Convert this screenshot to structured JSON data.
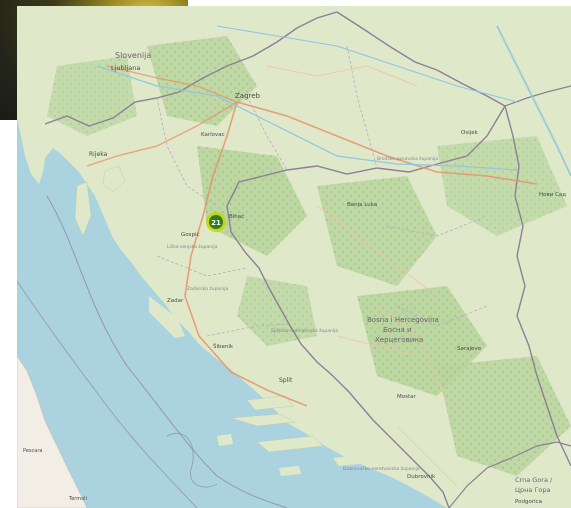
{
  "map": {
    "labels": {
      "slovenija": "Slovenija",
      "ljubljana": "Ljubljana",
      "zagreb": "Zagreb",
      "karlovac": "Karlovac",
      "rijeka": "Rijeka",
      "gospic": "Gospić",
      "zadar": "Zadar",
      "sibenik": "Šibenik",
      "split": "Split",
      "dubrovnik": "Dubrovnik",
      "bihac": "Bihać",
      "banja_luka": "Banja Luka",
      "sarajevo": "Sarajevo",
      "mostar": "Mostar",
      "bosnia_l1": "Bosna i Hercegovina",
      "bosnia_l2": "Босна и",
      "bosnia_l3": "Херцеговина",
      "montenegro_l1": "Crna Gora /",
      "montenegro_l2": "Црна Гора",
      "podgorica": "Podgorica",
      "pescara": "Pescara",
      "termoli": "Termoli",
      "osijek": "Osijek",
      "novi_sad": "Нови Сад",
      "region_lika": "Ličko-senjska županija",
      "region_sd": "Splitsko-dalmatinska županija",
      "region_zd": "Zadarska županija",
      "region_posav": "Brodsko-posavska županija",
      "region_dn": "Dubrovačko-neretvanska županija"
    },
    "cluster_marker": {
      "count": "21",
      "fill_color": "#2e7d1e",
      "ring_color": "#c9d400"
    },
    "colors": {
      "sea": "#aad3df",
      "land": "#dfe9c9",
      "forest": "#b5d29a",
      "border": "#8e7e96",
      "road": "#f0a37e",
      "italy_land": "#f2eee6"
    }
  }
}
